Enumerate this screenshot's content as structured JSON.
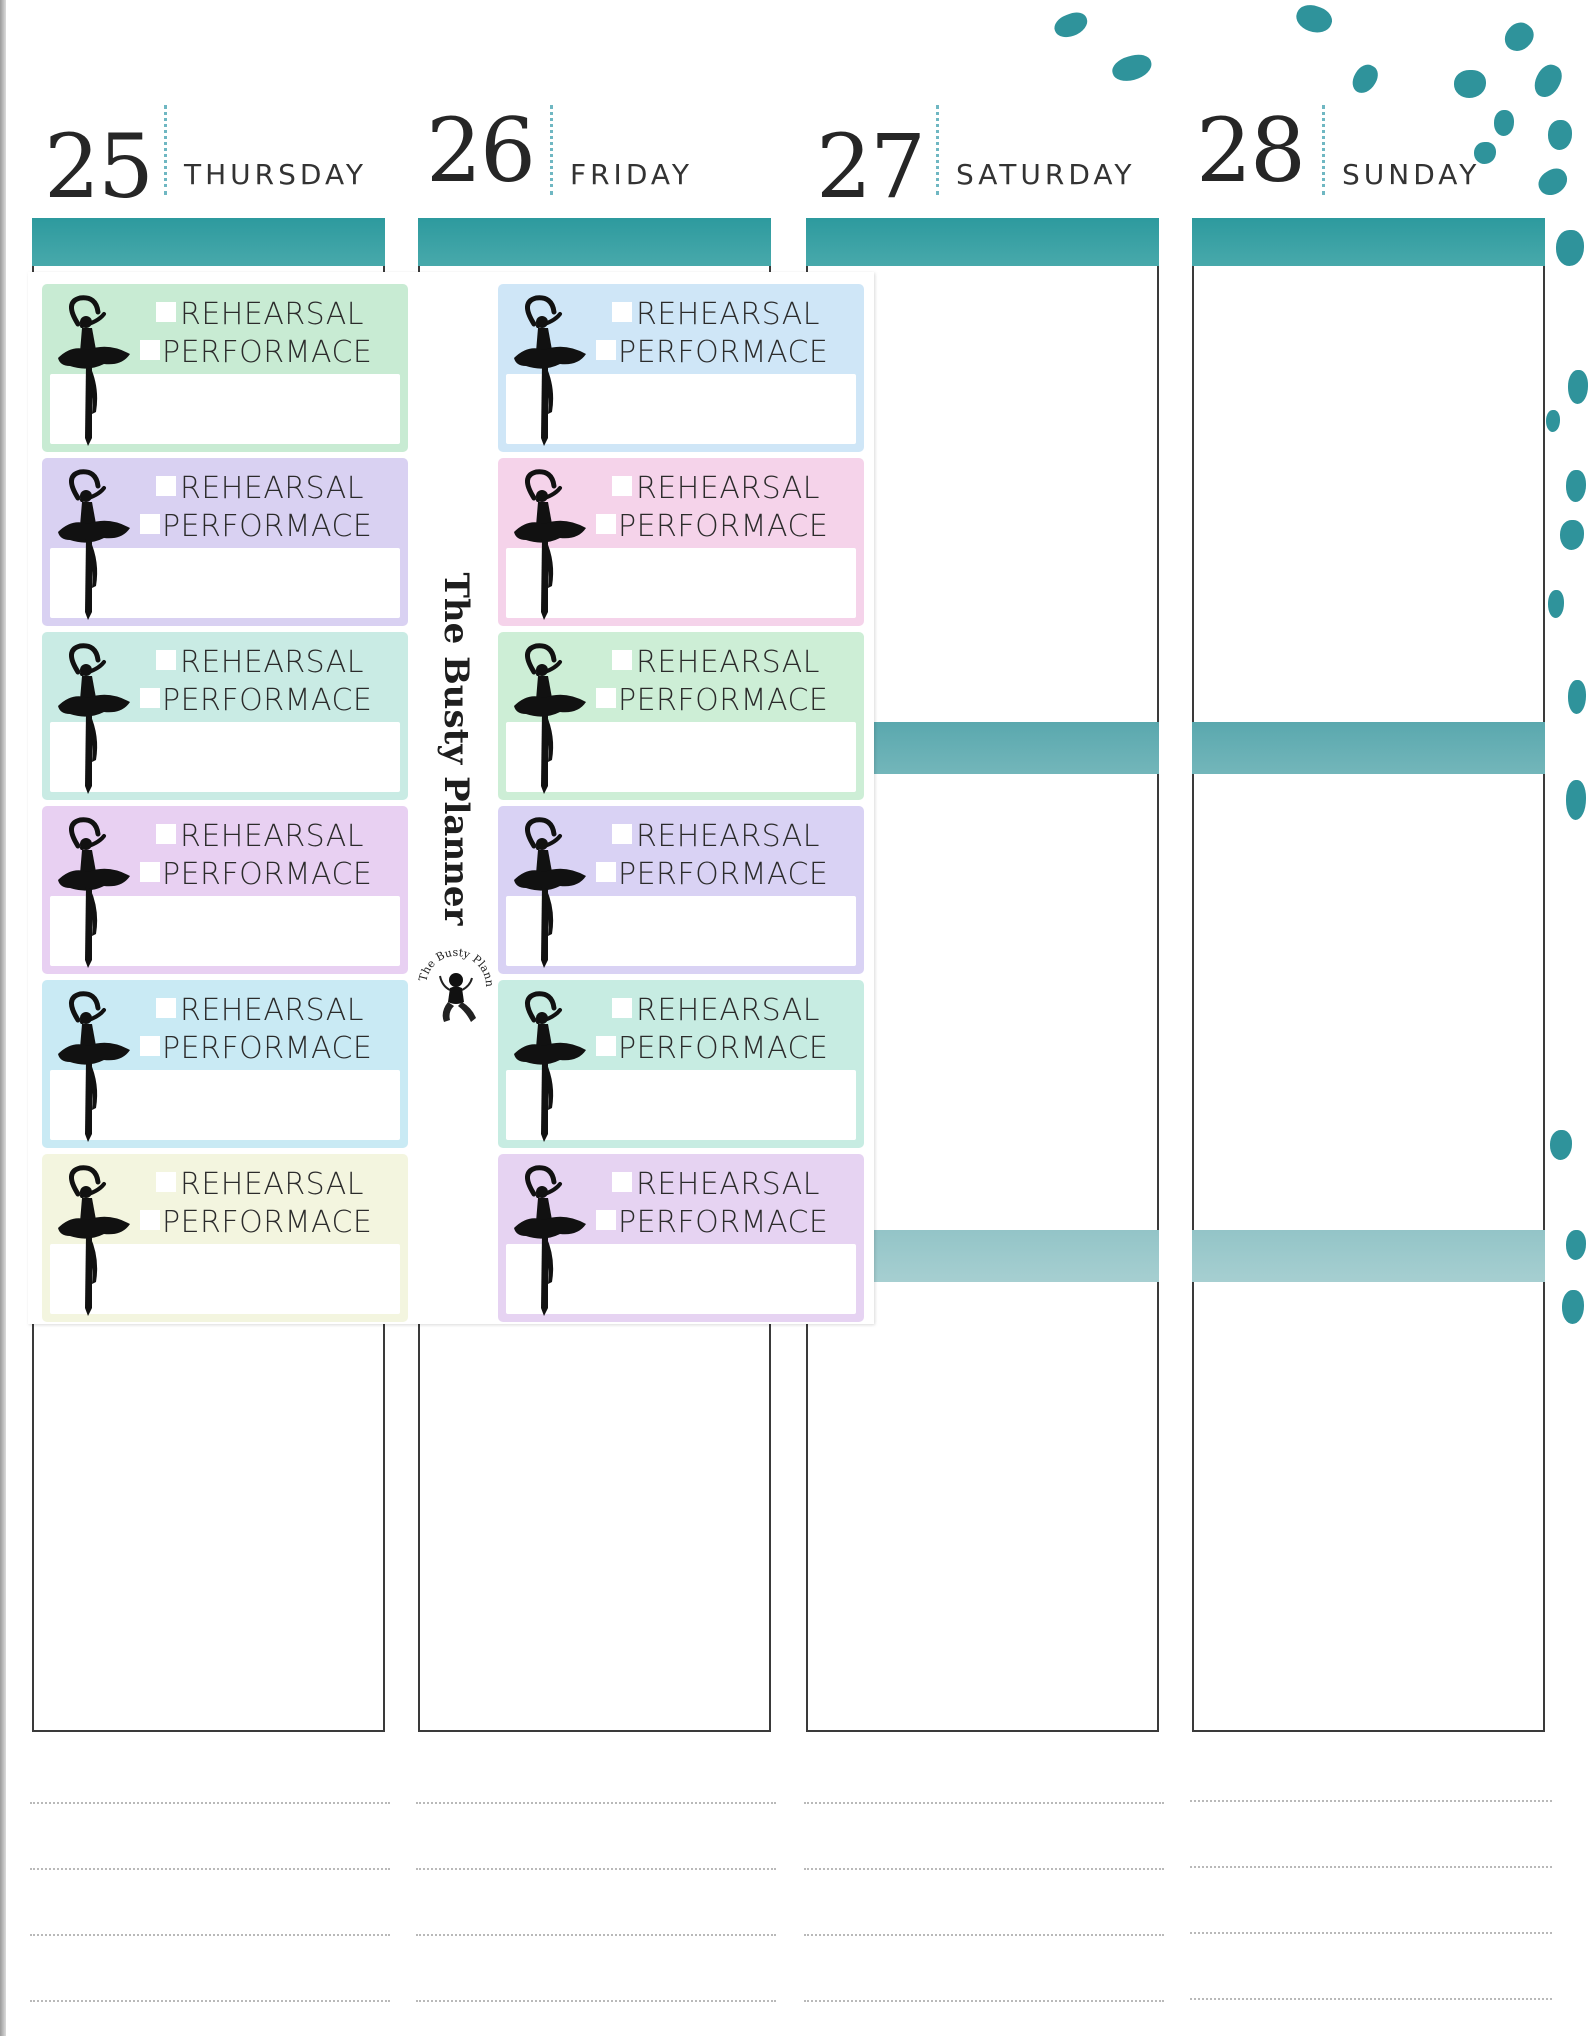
{
  "days": [
    {
      "number": "25",
      "name": "THURSDAY"
    },
    {
      "number": "26",
      "name": "FRIDAY"
    },
    {
      "number": "27",
      "name": "SATURDAY"
    },
    {
      "number": "28",
      "name": "SUNDAY"
    }
  ],
  "sticker_sheet": {
    "brand": "The Busty Planner",
    "logo_text": "The Busty Planner",
    "stickers": [
      {
        "line1": "REHEARSAL",
        "line2": "PERFORMACE",
        "color": "#c8ebd3"
      },
      {
        "line1": "REHEARSAL",
        "line2": "PERFORMACE",
        "color": "#cfe6f7"
      },
      {
        "line1": "REHEARSAL",
        "line2": "PERFORMACE",
        "color": "#d9d1f2"
      },
      {
        "line1": "REHEARSAL",
        "line2": "PERFORMACE",
        "color": "#f5d3ea"
      },
      {
        "line1": "REHEARSAL",
        "line2": "PERFORMACE",
        "color": "#c9ebe4"
      },
      {
        "line1": "REHEARSAL",
        "line2": "PERFORMACE",
        "color": "#cdeed6"
      },
      {
        "line1": "REHEARSAL",
        "line2": "PERFORMACE",
        "color": "#e8d0f2"
      },
      {
        "line1": "REHEARSAL",
        "line2": "PERFORMACE",
        "color": "#d9d2f4"
      },
      {
        "line1": "REHEARSAL",
        "line2": "PERFORMACE",
        "color": "#c9eaf4"
      },
      {
        "line1": "REHEARSAL",
        "line2": "PERFORMACE",
        "color": "#c7ece2"
      },
      {
        "line1": "REHEARSAL",
        "line2": "PERFORMACE",
        "color": "#f3f5df"
      },
      {
        "line1": "REHEARSAL",
        "line2": "PERFORMACE",
        "color": "#e6d3f2"
      }
    ]
  },
  "colors": {
    "accent_teal": "#2d9a9e",
    "splatter": "#1d8a93"
  }
}
